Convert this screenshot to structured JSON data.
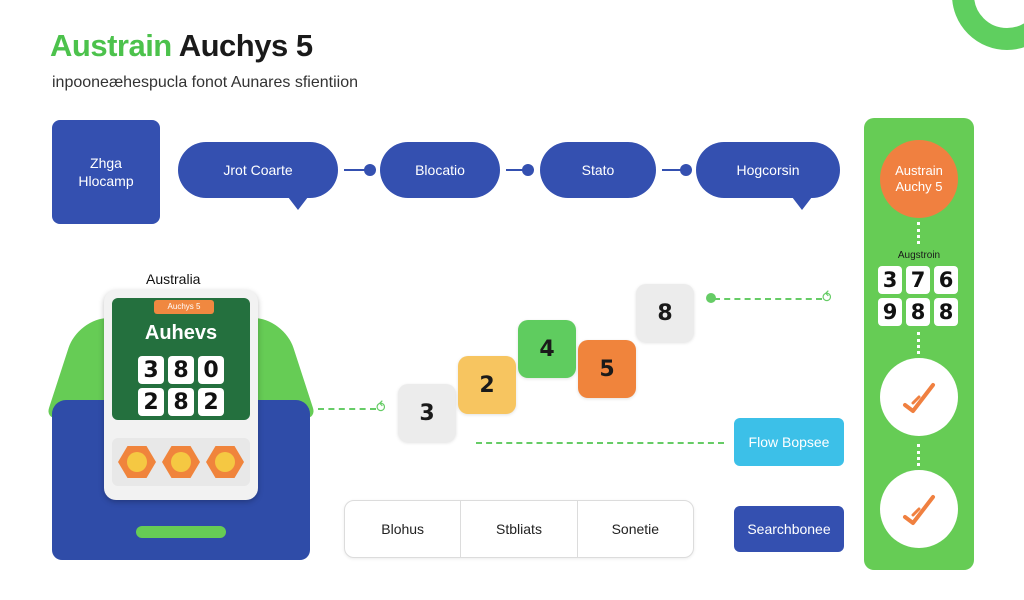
{
  "header": {
    "title_green": "Austrain",
    "title_dark": "Auchys 5",
    "subtitle": "inpooneæhespucla fonot Aunares sfientiion"
  },
  "colors": {
    "blue": "#3450b0",
    "green": "#66cc55",
    "orange": "#f08040",
    "cyan": "#3cc0e8"
  },
  "flow": {
    "start_box": [
      "Zhga",
      "Hlocamp"
    ],
    "pills": [
      "Jrot Coarte",
      "Blocatio",
      "Stato",
      "Hogcorsin"
    ]
  },
  "device": {
    "label": "Australia",
    "badge": "Auchys 5",
    "title": "Auhevs",
    "row1": [
      "3",
      "8",
      "0"
    ],
    "row2": [
      "2",
      "8",
      "2"
    ]
  },
  "tiles": [
    {
      "value": "3",
      "color": "#ececec"
    },
    {
      "value": "2",
      "color": "#f7c560"
    },
    {
      "value": "4",
      "color": "#5fcc5f"
    },
    {
      "value": "5",
      "color": "#f0843c"
    },
    {
      "value": "8",
      "color": "#ececec"
    }
  ],
  "buttons": {
    "flow": "Flow Bopsee",
    "search": "Searchbonee"
  },
  "segments": [
    "Blohus",
    "Stbliats",
    "Sonetie"
  ],
  "panel": {
    "circle": [
      "Austrain",
      "Auchy 5"
    ],
    "label": "Augstroin",
    "row1": [
      "3",
      "7",
      "6"
    ],
    "row2": [
      "9",
      "8",
      "8"
    ]
  }
}
